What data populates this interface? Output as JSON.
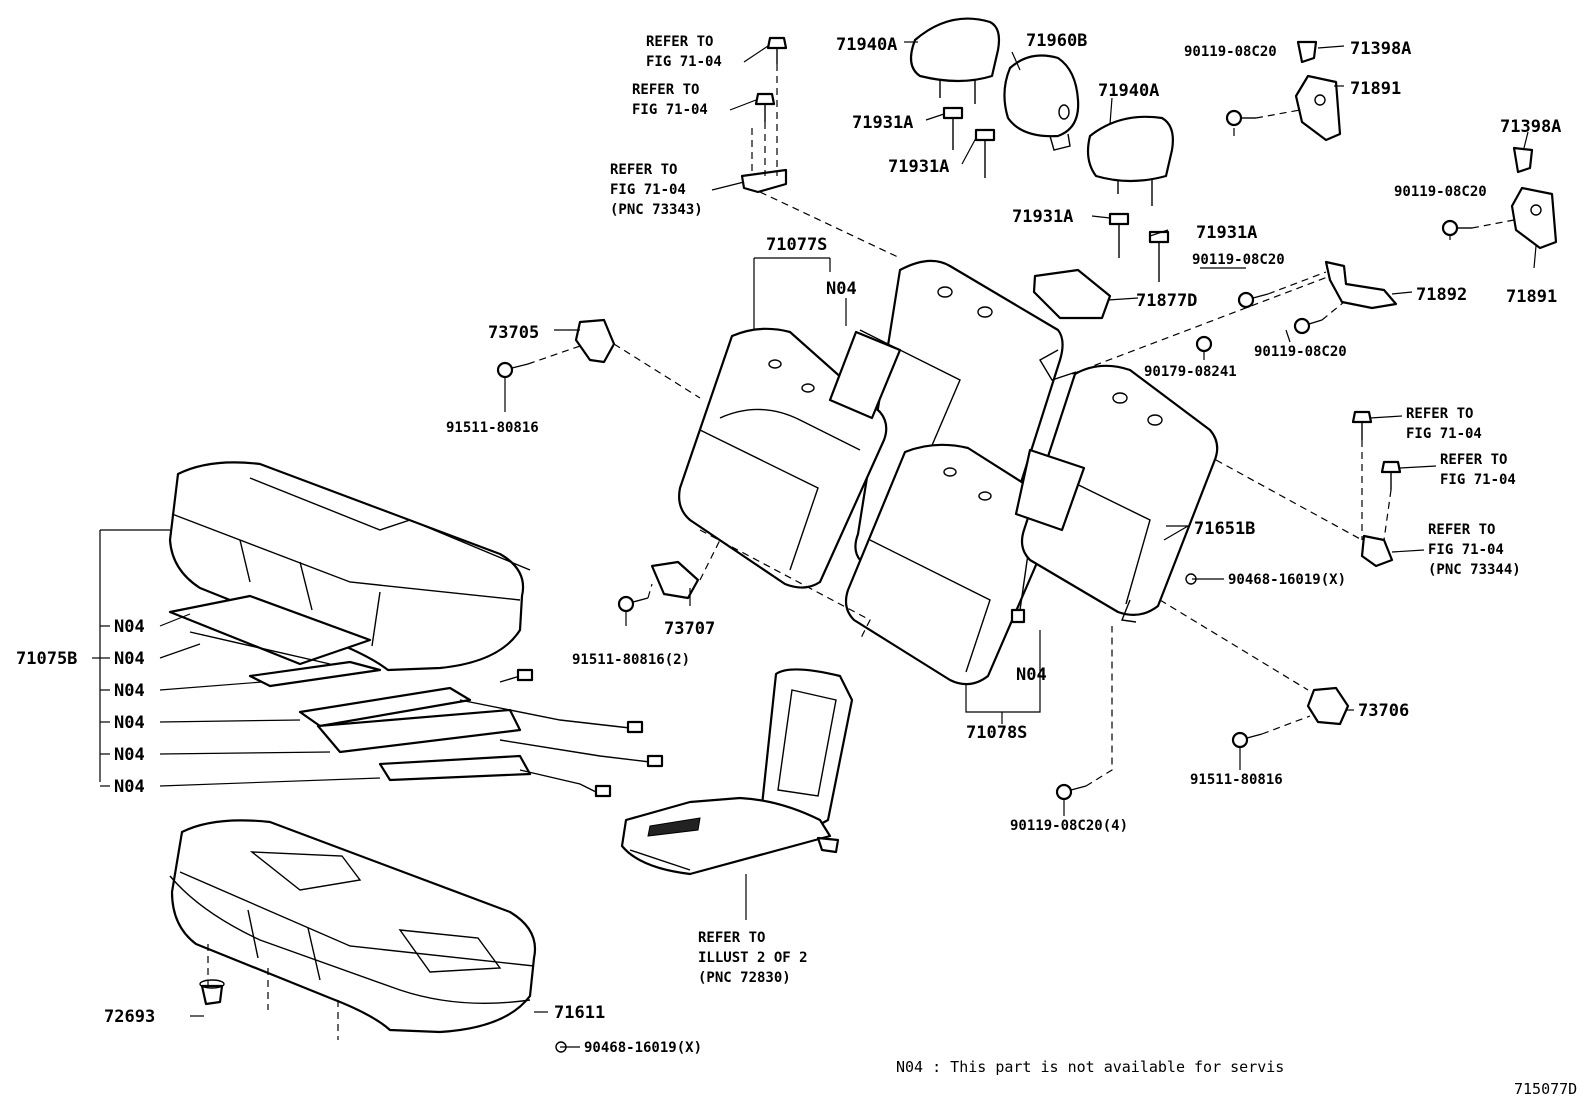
{
  "labels": {
    "p71940a_left": "71940A",
    "p71960b": "71960B",
    "p71940a_right": "71940A",
    "p71931a_1": "71931A",
    "p71931a_2": "71931A",
    "p71931a_3": "71931A",
    "p71931a_4": "71931A",
    "p71398a_top": "71398A",
    "p71891_top": "71891",
    "p71398a_right": "71398A",
    "p71891_right": "71891",
    "p71877d": "71877D",
    "p71892": "71892",
    "p71077s": "71077S",
    "n04_upper": "N04",
    "p73705": "73705",
    "p71651b": "71651B",
    "p73707": "73707",
    "n04_lower": "N04",
    "p71078s": "71078S",
    "p73706": "73706",
    "p71075b": "71075B",
    "n04_1": "N04",
    "n04_2": "N04",
    "n04_3": "N04",
    "n04_4": "N04",
    "n04_5": "N04",
    "n04_6": "N04",
    "p72693": "72693",
    "p71611": "71611"
  },
  "numbers": {
    "bolt_top_a": "90119-08C20",
    "bolt_right_a": "90119-08C20",
    "bolt_mid_a": "90119-08C20",
    "bolt_mid_b": "90119-08C20",
    "nut_mid": "90179-08241",
    "bolt_left": "91511-80816",
    "bolt_left_2": "91511-80816(2)",
    "clip_right": "90468-16019(X)",
    "bolt_right_b": "91511-80816",
    "bolt_bottom": "90119-08C20(4)",
    "clip_bottom": "90468-16019(X)"
  },
  "refs": {
    "tl1_a": "REFER TO",
    "tl1_b": "FIG 71-04",
    "tl2_a": "REFER TO",
    "tl2_b": "FIG 71-04",
    "tl3_a": "REFER TO",
    "tl3_b": "FIG 71-04",
    "tl3_c": "(PNC 73343)",
    "tr1_a": "REFER TO",
    "tr1_b": "FIG 71-04",
    "tr2_a": "REFER TO",
    "tr2_b": "FIG 71-04",
    "tr3_a": "REFER TO",
    "tr3_b": "FIG 71-04",
    "tr3_c": "(PNC 73344)",
    "arm_a": "REFER TO",
    "arm_b": "ILLUST 2 OF 2",
    "arm_c": "(PNC 72830)"
  },
  "footnote": "N04 : This part is not available for servis",
  "figure_code": "715077D"
}
